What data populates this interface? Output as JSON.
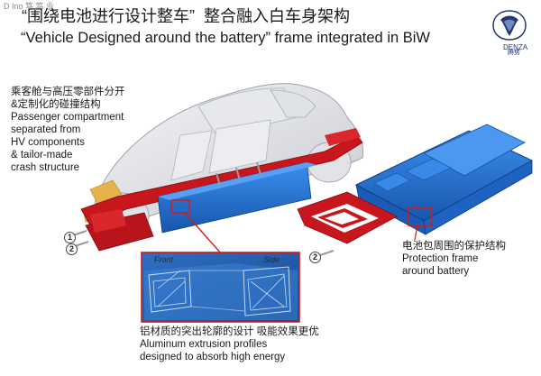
{
  "header": {
    "watermark": "D Ino 笃 笃 业",
    "title_cn": "“围绕电池进行设计整车”  整合融入白车身架构",
    "title_en": "“Vehicle Designed around the battery” frame integrated in BiW"
  },
  "logo": {
    "wordmark": "DENZA",
    "name_cn": "腾势",
    "icon": "denza-logo-icon",
    "color": "#233a6e"
  },
  "captions": {
    "left": [
      "乘客舱与高压零部件分开",
      "&定制化的碰撞结构",
      "Passenger compartment",
      "separated from",
      "HV components",
      "& tailor-made",
      "crash structure"
    ],
    "right": [
      "电池包周围的保护结构",
      "Protection frame",
      "around battery"
    ],
    "bottom": [
      "铝材质的突出轮廓的设计 吸能效果更优",
      "Aluminum extrusion profiles",
      "designed to absorb high energy"
    ]
  },
  "detail_labels": {
    "front": "Front",
    "side": "Side"
  },
  "markers": {
    "one": "1",
    "two": "2"
  },
  "colors": {
    "battery_blue": "#1f6fd0",
    "frame_red": "#c8161d",
    "callout_red": "#d11a1a",
    "zoom_blue": "#2d6fb8"
  }
}
